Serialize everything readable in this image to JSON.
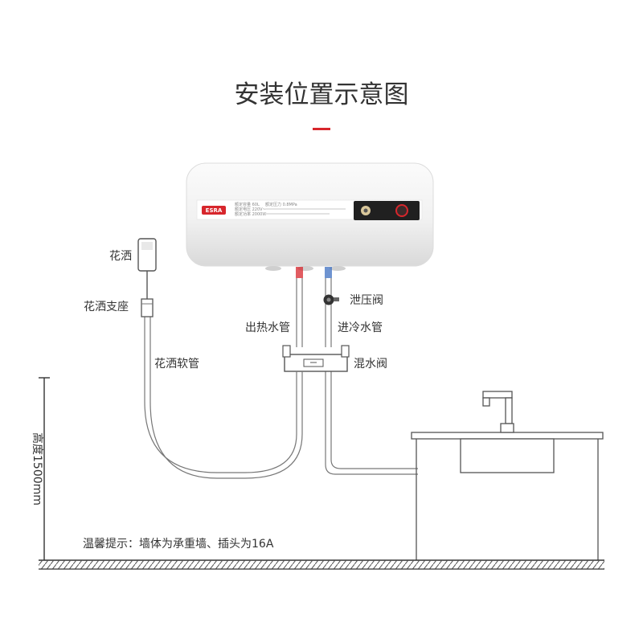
{
  "title": "安装位置示意图",
  "heater": {
    "brand_text": "ESRA",
    "spec_lines": [
      "额定容量 60L",
      "额定电压 220V~",
      "额定功率 2000W",
      "额定压力 0.8MPa"
    ]
  },
  "labels": {
    "shower_head": "花洒",
    "shower_holder": "花洒支座",
    "shower_hose": "花洒软管",
    "relief_valve": "泄压阀",
    "hot_pipe": "出热水管",
    "cold_pipe": "进冷水管",
    "mixing_valve": "混水阀"
  },
  "height_label": "高度1500mm",
  "note": "温馨提示：墙体为承重墙、插头为16A",
  "colors": {
    "accent": "#d7262c",
    "line": "#777777",
    "text": "#333333"
  },
  "icons": [
    "shower-head-icon",
    "relief-valve-icon",
    "mixing-valve-icon",
    "faucet-icon",
    "sink-icon"
  ]
}
